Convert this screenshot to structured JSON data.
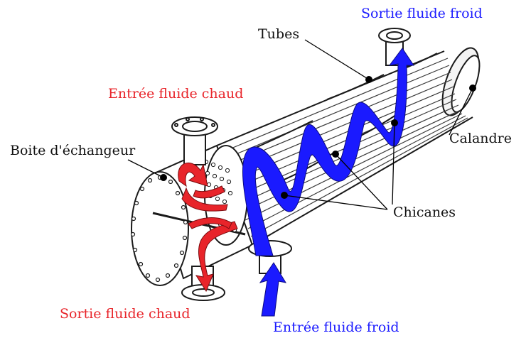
{
  "labels": {
    "cold_out": "Sortie fluide froid",
    "tubes": "Tubes",
    "hot_in": "Entrée fluide chaud",
    "box": "Boite d'échangeur",
    "shell": "Calandre",
    "baffles": "Chicanes",
    "hot_out": "Sortie fluide chaud",
    "cold_in": "Entrée fluide froid"
  },
  "colors": {
    "hot": "#e8242a",
    "cold": "#1a1aff",
    "label_default": "#111111",
    "metal_line": "#1a1a1a"
  }
}
